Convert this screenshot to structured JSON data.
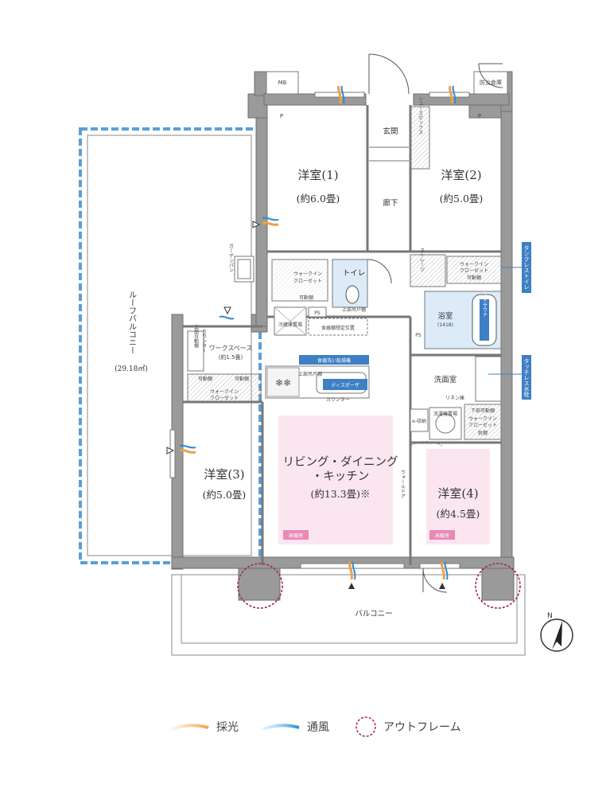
{
  "rooms": {
    "western1": {
      "name": "洋室(1)",
      "area": "(約6.0畳)"
    },
    "western2": {
      "name": "洋室(2)",
      "area": "(約5.0畳)"
    },
    "western3": {
      "name": "洋室(3)",
      "area": "(約5.0畳)"
    },
    "western4": {
      "name": "洋室(4)",
      "area": "(約4.5畳)"
    },
    "ldk": {
      "name_line1": "リビング・ダイニング",
      "name_line2": "・キッチン",
      "area": "(約13.3畳)※"
    },
    "bath": {
      "name": "浴室",
      "size": "(1418)"
    },
    "washroom": {
      "name": "洗面室"
    },
    "toilet": {
      "name": "トイレ"
    },
    "entrance": {
      "name": "玄関"
    },
    "hallway": {
      "name": "廊下"
    },
    "workspace": {
      "name": "ワークスペース",
      "area": "(約1.5畳)"
    }
  },
  "labels": {
    "mb": "MB",
    "storage": "防災倉庫",
    "roof_balcony": "ルーフバルコニー",
    "roof_balcony_area": "(29.18㎡)",
    "balcony": "バルコニー",
    "walk_in_closet": "ウォークイン",
    "closet": "クローゼット",
    "movable_shelf": "可動棚",
    "shoes_box": "シューズボックス",
    "storage_shelf": "ストレージ",
    "ps": "PS",
    "p": "P",
    "fridge": "冷蔵庫置場",
    "dish_shelf": "食器棚想定位置",
    "upper_cabinet": "上部吊戸棚",
    "counter": "カウンター",
    "disposer": "ディスポーザ",
    "dishwasher": "食器洗い乾燥機",
    "mist_sauna": "ミストサウナ",
    "linen": "リネン庫",
    "washer": "洗濯機置場",
    "e_storage": "e-収納",
    "wall_door": "ウォールドア",
    "floor_heating": "床暖房",
    "tankless_toilet": "タンクレストイレ",
    "touchless_faucet": "タッチレス水栓",
    "north": "N",
    "garden_pan": "ガーデンパン",
    "upper_movable_shelf": "上部可動棚",
    "lower_movable_shelf": "下部可動棚",
    "closet_shelf": "枕棚"
  },
  "legend": {
    "light": "採光",
    "wind": "通風",
    "outframe": "アウトフレーム"
  },
  "colors": {
    "wall": "#9a9a9a",
    "wall_dark": "#6f6f6f",
    "ldk_fill": "#fbe6f0",
    "floor_heat_tag": "#e88ab4",
    "roof_balcony_border": "#5b9fd6",
    "blue_tag": "#3e7fc5",
    "bath_fill": "#dcebf7",
    "light_arrow": "#f0a04b",
    "wind_arrow": "#3a9ad9",
    "outframe_circle": "#a5264e"
  }
}
